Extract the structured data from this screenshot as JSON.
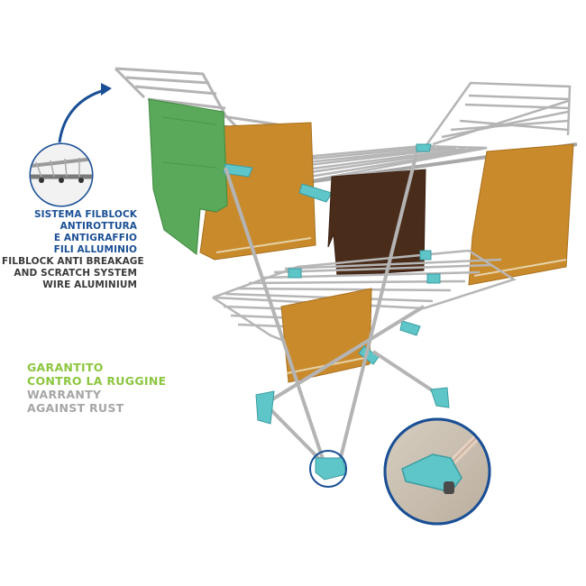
{
  "callout_filblock": {
    "italian": [
      "SISTEMA FILBLOCK",
      "ANTIROTTURA",
      "E ANTIGRAFFIO",
      "FILI ALLUMINIO"
    ],
    "english": [
      "FILBLOCK ANTI BREAKAGE",
      "AND SCRATCH SYSTEM",
      "WIRE ALUMINIUM"
    ]
  },
  "callout_rust": {
    "italian": [
      "GARANTITO",
      "CONTRO LA RUGGINE"
    ],
    "english": [
      "WARRANTY",
      "AGAINST RUST"
    ]
  },
  "colors": {
    "brand_blue": "#1a4f95",
    "italian_green": "#8cc63f",
    "english_grey": "#a6a6a6",
    "frame_silver": "#b8b8b8",
    "clip_teal": "#5ec5c9",
    "towel_green": "#5aa85a",
    "towel_orange": "#c98a2c",
    "towel_brown": "#4a2c1a"
  },
  "icons": [
    "detail-zoom-circle-filblock",
    "detail-zoom-circle-foot",
    "curved-arrow"
  ]
}
